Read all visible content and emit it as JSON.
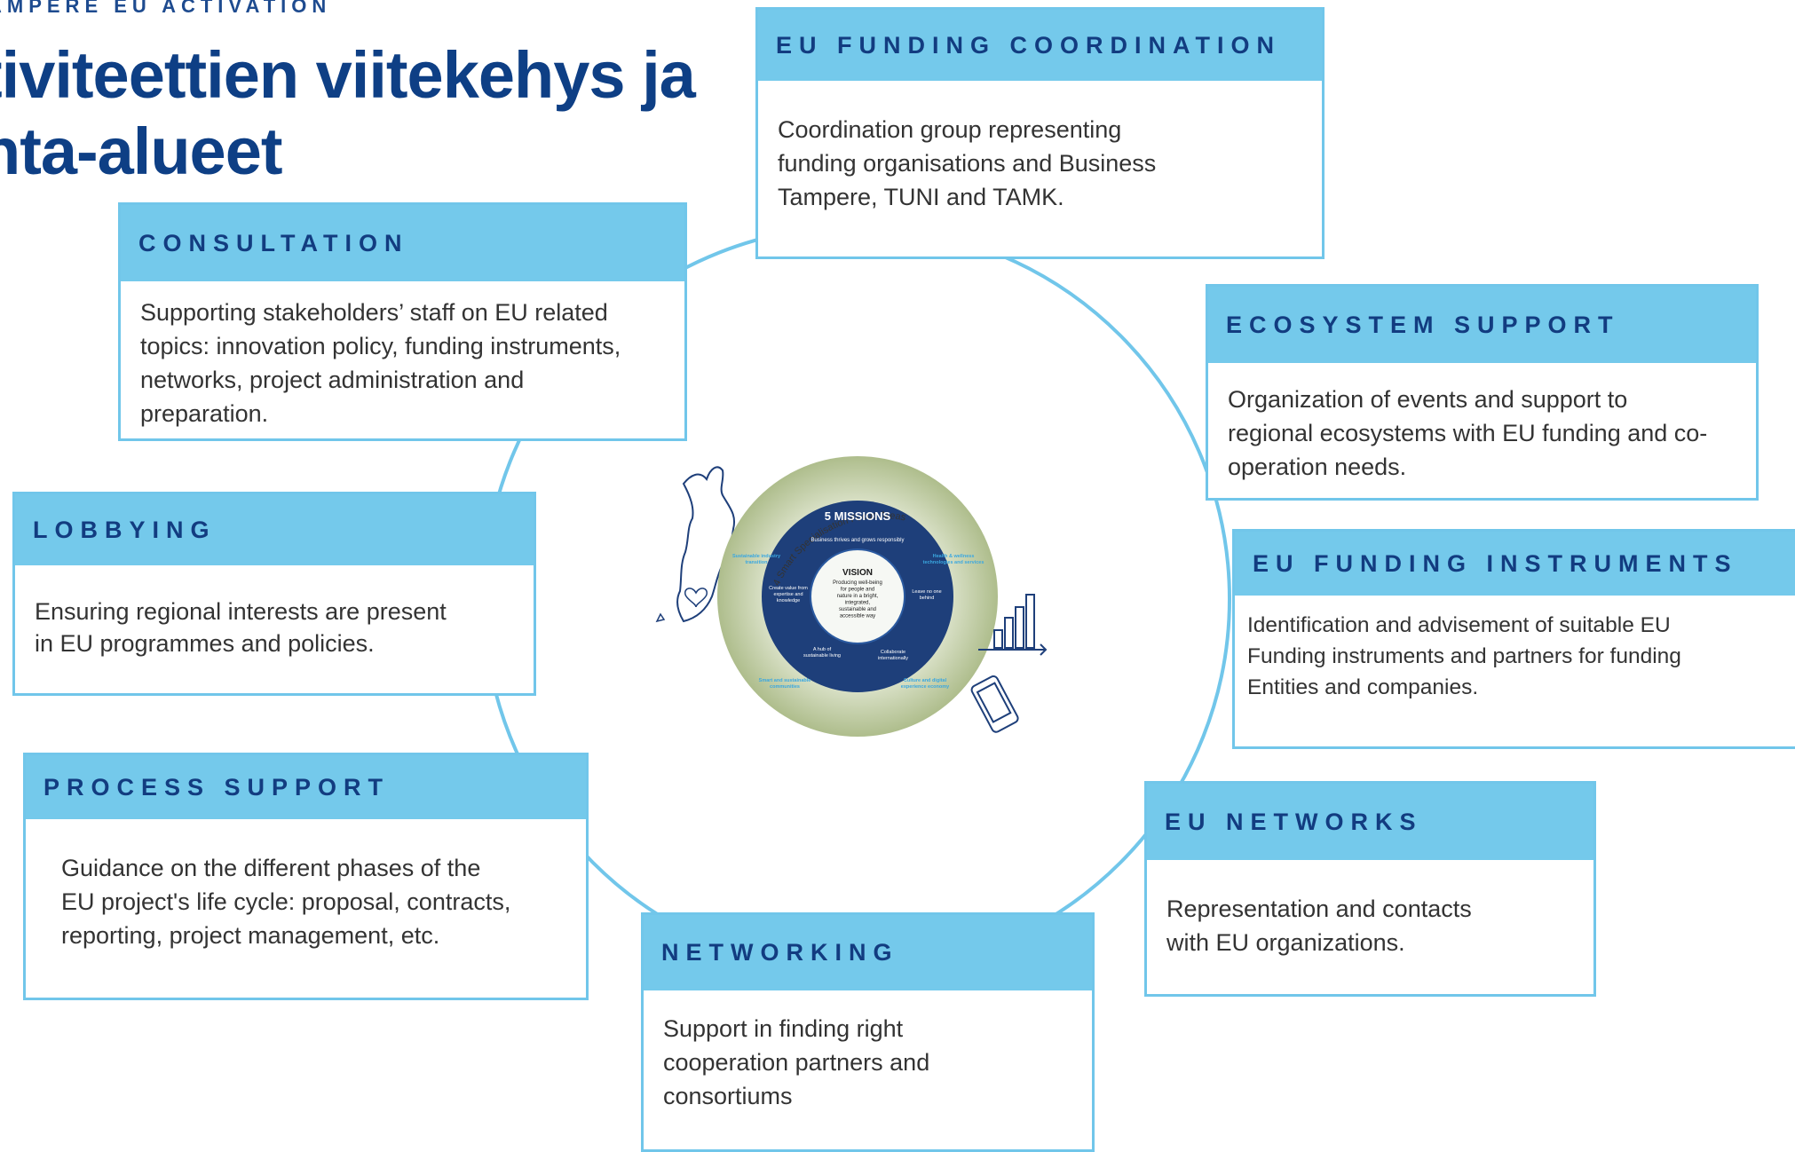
{
  "header": {
    "kicker": "AMPERE EU ACTIVATION",
    "title_line1": "tiviteettien viitekehys ja",
    "title_line2": "nta-alueet"
  },
  "center_graphic": {
    "arc_label": "4 Smart Specialisation Focus Areas",
    "missions_label": "5 MISSIONS",
    "top_text": "Business thrives and grows responsibly",
    "vision_title": "VISION",
    "vision_text": [
      "Producing well-being",
      "for people and",
      "nature in a bright,",
      "integrated,",
      "sustainable and",
      "accessible way"
    ],
    "left_text": [
      "Create value from",
      "expertise and",
      "knowledge"
    ],
    "right_text": [
      "Leave no one",
      "behind"
    ],
    "bottom_left_text": [
      "A hub of",
      "sustainable living"
    ],
    "bottom_right_text": [
      "Collaborate",
      "internationally"
    ],
    "focus_tl": [
      "Sustainable industry",
      "transition"
    ],
    "focus_tr": [
      "Health & wellness",
      "technologies and services"
    ],
    "focus_bl": [
      "Smart and sustainable",
      "communities"
    ],
    "focus_br": [
      "Culture and digital",
      "experience economy"
    ],
    "colors": {
      "outer": "#b7c79a",
      "ring": "#1e3f7a",
      "text_light": "#3aa7e0"
    },
    "icons": [
      "finland-map-icon",
      "bar-chart-icon",
      "smartphone-icon",
      "heart-icon"
    ]
  },
  "boxes": {
    "eu_funding_coordination": {
      "title": "EU FUNDING COORDINATION",
      "text": "Coordination group representing\nfunding organisations and Business\nTampere, TUNI and TAMK."
    },
    "consultation": {
      "title": "CONSULTATION",
      "text": "Supporting stakeholders’ staff on EU related\ntopics: innovation policy, funding instruments,\nnetworks, project administration and\npreparation."
    },
    "ecosystem_support": {
      "title": "ECOSYSTEM SUPPORT",
      "text": "Organization of events and support to\nregional ecosystems with EU funding and co-\noperation needs."
    },
    "lobbying": {
      "title": "LOBBYING",
      "text": "Ensuring regional interests are present\nin EU programmes and policies."
    },
    "eu_funding_instruments": {
      "title": "EU FUNDING INSTRUMENTS",
      "text": "Identification and advisement of suitable EU\nFunding instruments and partners for funding\nEntities and companies."
    },
    "process_support": {
      "title": "PROCESS SUPPORT",
      "text": "Guidance on the different phases of the\nEU project's life cycle: proposal, contracts,\nreporting, project management, etc."
    },
    "eu_networks": {
      "title": "EU NETWORKS",
      "text": "Representation and contacts\nwith EU organizations."
    },
    "networking": {
      "title": "NETWORKING",
      "text": "Support in finding right\ncooperation partners and\nconsortiums"
    }
  },
  "colors": {
    "header_fill": "#74c9eb",
    "header_text": "#123c80",
    "border": "#71c6ea",
    "title": "#0e3f85"
  }
}
